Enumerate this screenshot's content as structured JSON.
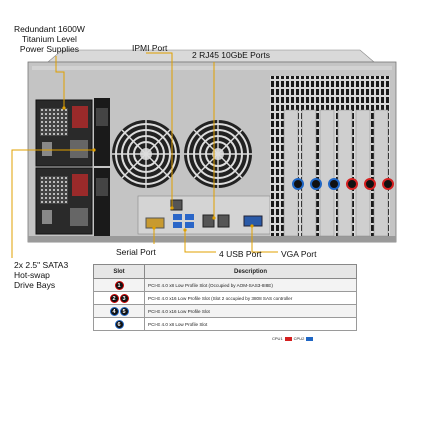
{
  "labels": {
    "psu": [
      "Redundant  1600W",
      "Titanium Level",
      "Power Supplies"
    ],
    "ipmi": "IPMI Port",
    "rj45": "2 RJ45 10GbE Ports",
    "sata": [
      "2x 2.5\" SATA3",
      "Hot-swap",
      "Drive Bays"
    ],
    "serial": "Serial Port",
    "usb": "4 USB Port",
    "vga": "VGA Port"
  },
  "table": {
    "headers": [
      "Slot",
      "Description"
    ],
    "rows": [
      {
        "badges": [
          {
            "n": "1",
            "color": "red"
          }
        ],
        "desc": "PCI-E 4.0 x8 Low Profile Slot (Occupied by AOM-SAS3-8I8E)"
      },
      {
        "badges": [
          {
            "n": "2",
            "color": "red"
          },
          {
            "n": "3",
            "color": "red"
          }
        ],
        "desc": "PCI-E 4.0 x16 Low Profile Slot (Slot 2 occupied by 3808 SAS controller"
      },
      {
        "badges": [
          {
            "n": "4",
            "color": "blue"
          },
          {
            "n": "5",
            "color": "blue"
          }
        ],
        "desc": "PCI-E 4.0 x16 Low Profile Slot"
      },
      {
        "badges": [
          {
            "n": "6",
            "color": "blue"
          }
        ],
        "desc": "PCI-E 4.0 x8 Low Profile Slot"
      }
    ]
  },
  "legend": [
    {
      "label": "CPU1",
      "color": "#d42020"
    },
    {
      "label": "CPU2",
      "color": "#1f66c4"
    }
  ],
  "colors": {
    "cpu1": "#d42020",
    "cpu2": "#1f66c4",
    "callout": "#e0a000",
    "chassis": "#b9b9b9"
  }
}
